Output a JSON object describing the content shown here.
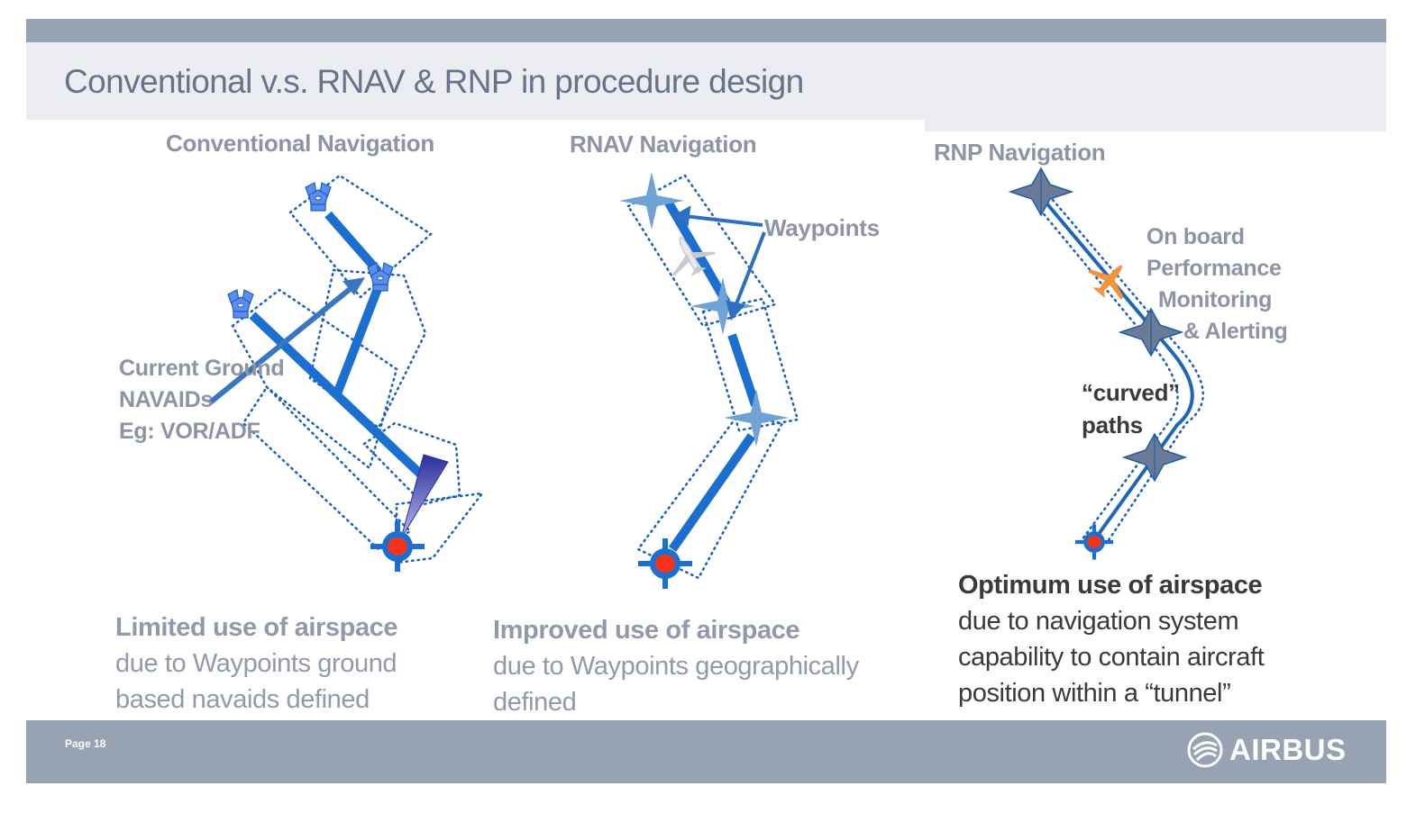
{
  "slide": {
    "title": "Conventional v.s. RNAV & RNP in procedure design",
    "page_label": "Page 18",
    "brand": "AIRBUS"
  },
  "colors": {
    "header_bar": "#97a2b3",
    "title_band": "#ebedf1",
    "route_blue": "#1a6fd0",
    "navaid_blue": "#5b8def",
    "waypoint_light": "#6fa3d6",
    "waypoint_dark": "#6b7a96",
    "threshold_red": "#f3331a",
    "aircraft_orange": "#f2943b"
  },
  "sections": [
    {
      "id": "conventional",
      "title": "Conventional Navigation",
      "annotation": [
        "Current Ground",
        "NAVAIDs",
        "Eg: VOR/ADF"
      ],
      "caption_head": "Limited  use of airspace",
      "caption_lines": [
        "due to Waypoints ground",
        "based navaids defined"
      ]
    },
    {
      "id": "rnav",
      "title": "RNAV Navigation",
      "annotation": [
        "Waypoints"
      ],
      "caption_head": "Improved use of airspace",
      "caption_lines": [
        "due to Waypoints geographically",
        "defined"
      ]
    },
    {
      "id": "rnp",
      "title": "RNP Navigation",
      "annotation": [
        "On board",
        "Performance",
        "Monitoring",
        "& Alerting"
      ],
      "curved_label": [
        "“curved”",
        "paths"
      ],
      "caption_head": "Optimum use of airspace",
      "caption_lines": [
        "due to navigation system",
        "capability to contain aircraft",
        "position within a “tunnel”"
      ]
    }
  ]
}
